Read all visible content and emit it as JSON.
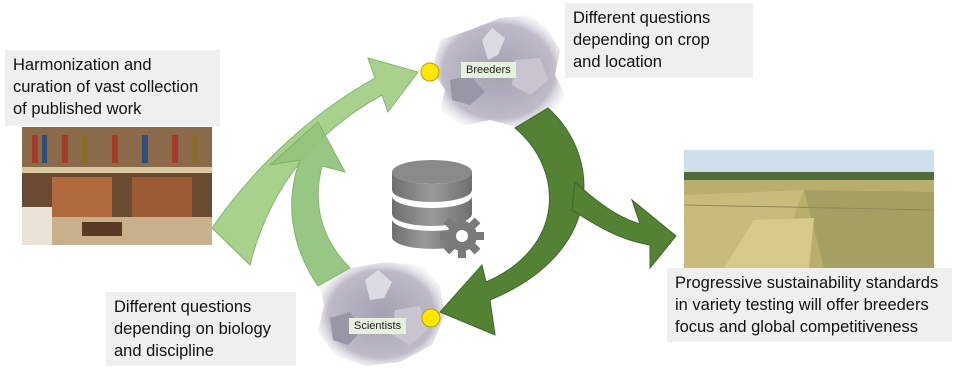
{
  "text_boxes": {
    "harmonization": [
      "Harmonization and",
      "curation of vast collection",
      "of published work"
    ],
    "crop_location": [
      "Different questions",
      "depending on crop",
      "and location"
    ],
    "biology_discipline": [
      "Different questions",
      "depending on biology",
      "and discipline"
    ],
    "sustainability": [
      "Progressive sustainability standards",
      "in variety testing will offer breeders",
      "focus and global competitiveness"
    ]
  },
  "nodes": {
    "breeders": "Breeders",
    "scientists": "Scientists"
  },
  "colors": {
    "light_green_arrow": "#a9d18e",
    "light_green_arrow_2": "#93c47d",
    "dark_green_arrow": "#548235",
    "node_dot": "#ffe600",
    "map_gray": "#a8a4b3",
    "database_gray": "#7f7f7f",
    "textbox_bg": "#efefef"
  },
  "icons": [
    "database-gear-icon",
    "library-photo",
    "field-photo",
    "europe-map-breeders",
    "europe-map-scientists"
  ]
}
